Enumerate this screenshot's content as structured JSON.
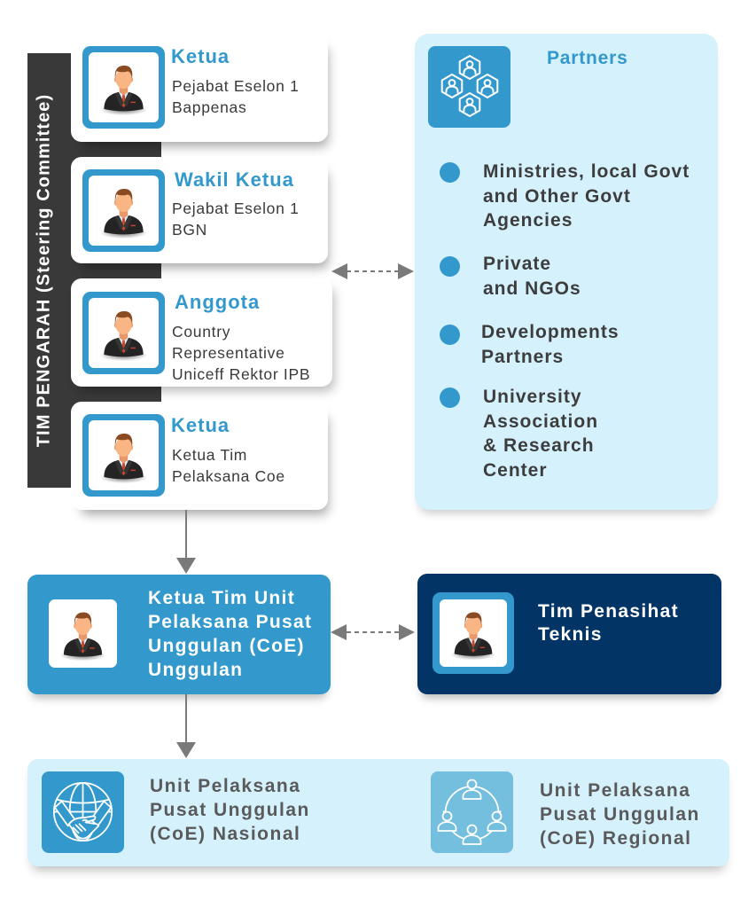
{
  "colors": {
    "accent_blue": "#3399cc",
    "light_panel": "#d4f1fc",
    "navy": "#023466",
    "steering_bar": "#393939",
    "connector_gray": "#7a7a7a"
  },
  "steering_committee": {
    "label": "TIM PENGARAH (Steering Committee)"
  },
  "members": [
    {
      "title": "Ketua",
      "lines": [
        "Pejabat Eselon 1",
        "Bappenas"
      ],
      "icon": "person-avatar-icon"
    },
    {
      "title": "Wakil Ketua",
      "lines": [
        "Pejabat Eselon 1",
        "BGN"
      ],
      "icon": "person-avatar-icon"
    },
    {
      "title": "Anggota",
      "lines": [
        "Country",
        "Representative",
        "Uniceff Rektor IPB"
      ],
      "icon": "person-avatar-icon"
    },
    {
      "title": "Ketua",
      "lines": [
        "Ketua Tim",
        "Pelaksana Coe"
      ],
      "icon": "person-avatar-icon"
    }
  ],
  "partners": {
    "title": "Partners",
    "icon": "partners-network-icon",
    "items": [
      {
        "lines": [
          "Ministries, local Govt",
          "and Other Govt",
          "Agencies"
        ]
      },
      {
        "lines": [
          "Private",
          "and NGOs"
        ]
      },
      {
        "lines": [
          "Developments",
          "Partners"
        ]
      },
      {
        "lines": [
          "University",
          "Association",
          "& Research",
          "Center"
        ]
      }
    ]
  },
  "coe_lead": {
    "icon": "person-avatar-icon",
    "lines": [
      "Ketua Tim Unit",
      "Pelaksana Pusat",
      "Unggulan (CoE)",
      "Unggulan"
    ]
  },
  "technical_advisors": {
    "icon": "person-avatar-icon",
    "lines": [
      "Tim Penasihat",
      "Teknis"
    ]
  },
  "units": [
    {
      "icon": "globe-handshake-icon",
      "lines": [
        "Unit Pelaksana",
        "Pusat Unggulan",
        "(CoE) Nasional"
      ]
    },
    {
      "icon": "community-cycle-icon",
      "lines": [
        "Unit Pelaksana",
        "Pusat Unggulan",
        "(CoE) Regional"
      ]
    }
  ]
}
